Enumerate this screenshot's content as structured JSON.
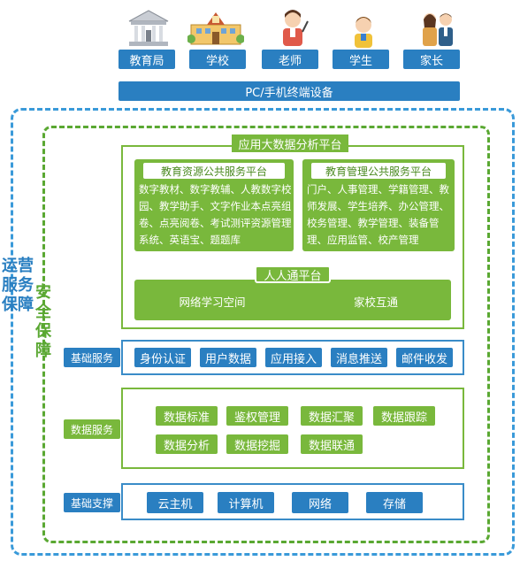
{
  "users": [
    {
      "label": "教育局",
      "icon": "government-building-icon"
    },
    {
      "label": "学校",
      "icon": "school-building-icon"
    },
    {
      "label": "老师",
      "icon": "teacher-icon"
    },
    {
      "label": "学生",
      "icon": "student-icon"
    },
    {
      "label": "家长",
      "icon": "parents-icon"
    }
  ],
  "terminal_bar": "PC/手机终端设备",
  "ops_label": "运营服务保障",
  "security_label": "安全保障",
  "platform": {
    "title": "应用大数据分析平台",
    "resource": {
      "title": "教育资源公共服务平台",
      "text": "数字教材、数字教辅、人教数字校园、教学助手、文字作业本点亮组卷、点亮阅卷、考试测评资源管理系统、英语宝、题题库"
    },
    "management": {
      "title": "教育管理公共服务平台",
      "text": "门户、人事管理、学籍管理、教师发展、学生培养、办公管理、校务管理、教学管理、装备管理、应用监管、校产管理"
    },
    "renren": {
      "title": "人人通平台",
      "items": [
        "网络学习空间",
        "家校互通"
      ]
    }
  },
  "basic_service": {
    "label": "基础服务",
    "items": [
      "身份认证",
      "用户数据",
      "应用接入",
      "消息推送",
      "邮件收发"
    ]
  },
  "data_service": {
    "label": "数据服务",
    "items": [
      "数据标准",
      "鉴权管理",
      "数据汇聚",
      "数据跟踪",
      "数据分析",
      "数据挖掘",
      "数据联通"
    ]
  },
  "infra": {
    "label": "基础支撑",
    "items": [
      "云主机",
      "计算机",
      "网络",
      "存储"
    ]
  },
  "colors": {
    "blue": "#2a7fc1",
    "green": "#79b83c",
    "ops_text": "#2a7fc1",
    "security_text": "#5aa832"
  }
}
